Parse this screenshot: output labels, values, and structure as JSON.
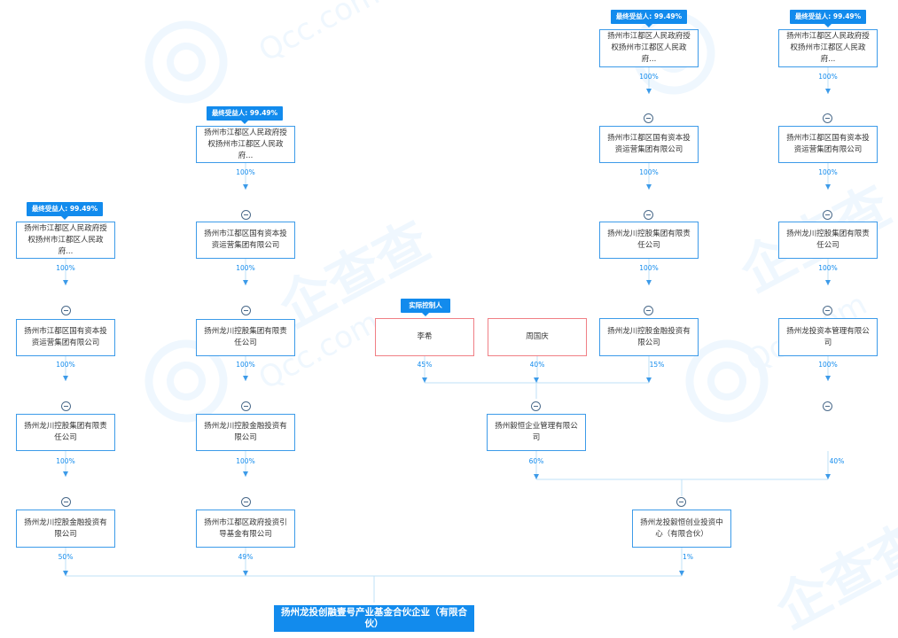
{
  "watermark": {
    "brand": "企查查",
    "domain": "Qcc.com"
  },
  "nodes": {
    "c1r1": "扬州市江都区人民政府授权扬州市江都区人民政府...",
    "c1r2": "扬州市江都区国有资本投资运营集团有限公司",
    "c1r3": "扬州龙川控股集团有限责任公司",
    "c1r4": "扬州龙川控股金融投资有限公司",
    "c2r0": "扬州市江都区人民政府授权扬州市江都区人民政府...",
    "c2r1": "扬州市江都区国有资本投资运营集团有限公司",
    "c2r2": "扬州龙川控股集团有限责任公司",
    "c2r3": "扬州龙川控股金融投资有限公司",
    "c2r4": "扬州市江都区政府投资引导基金有限公司",
    "p1": "李希",
    "p2": "周国庆",
    "m1": "扬州毅恒企业管理有限公司",
    "c3r0": "扬州市江都区人民政府授权扬州市江都区人民政府...",
    "c3r1": "扬州市江都区国有资本投资运营集团有限公司",
    "c3r2": "扬州龙川控股集团有限责任公司",
    "c3r3": "扬州龙川控股金融投资有限公司",
    "c4r0": "扬州市江都区人民政府授权扬州市江都区人民政府...",
    "c4r1": "扬州市江都区国有资本投资运营集团有限公司",
    "c4r2": "扬州龙川控股集团有限责任公司",
    "c4r3": "扬州龙投资本管理有限公司",
    "mid": "扬州龙投毅恒创业投资中心（有限合伙）",
    "target": "扬州龙投创融壹号产业基金合伙企业（有限合伙）"
  },
  "badges": {
    "ultimate": "最终受益人: 99.49%",
    "controller": "实际控制人"
  },
  "pct": {
    "full": "100%",
    "li_xi": "45%",
    "zhou": "40%",
    "c3_15": "15%",
    "yiheng": "60%",
    "ziben": "40%",
    "c1_out": "50%",
    "c2_out": "49%",
    "mid_out": "1%"
  },
  "colors": {
    "primary": "#128bed",
    "node_border": "#3d9be9",
    "person_border": "#f07f85",
    "line": "#bfe0f7"
  }
}
